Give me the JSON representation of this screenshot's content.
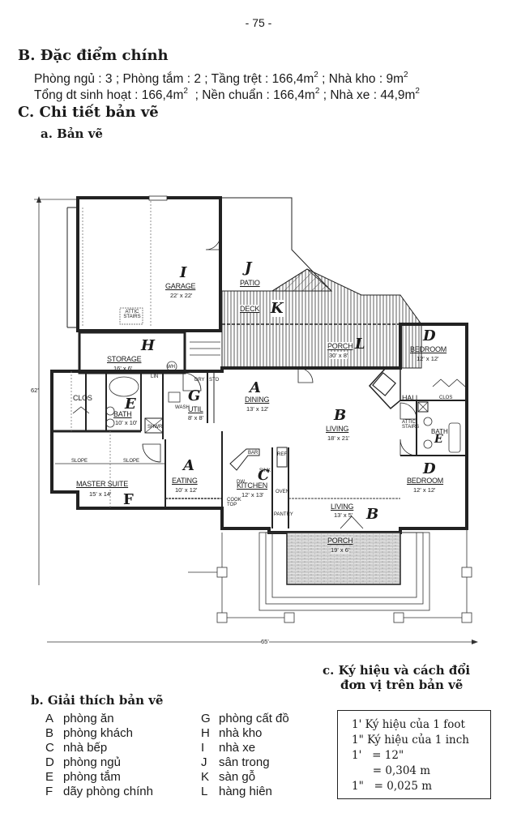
{
  "page_number": "- 75 -",
  "section_b": {
    "heading": "B. Đặc điểm chính",
    "specs_line1": {
      "bedrooms": "Phòng ngủ : 3",
      "bathrooms": "Phòng tắm : 2",
      "ground_floor": "Tầng trệt : 166,4m",
      "storage": "Nhà kho : 9m"
    },
    "specs_line2": {
      "living_area": "Tổng dt sinh hoạt : 166,4m",
      "foundation": "Nền chuẩn : 166,4m",
      "garage": "Nhà xe : 44,9m"
    },
    "separator": ";",
    "sup": "2"
  },
  "section_c": {
    "heading": "C. Chi tiết bản vẽ",
    "sub_a": "a. Bản vẽ",
    "sub_b": "b. Giải thích bản vẽ",
    "sub_c_line1": "c. Ký hiệu và cách đổi",
    "sub_c_line2": "đơn vị trên bản vẽ"
  },
  "floor_plan": {
    "overall_depth": "62'",
    "overall_width": "65'",
    "rooms": [
      {
        "key": "I",
        "name": "GARAGE",
        "size": "22' x 22'"
      },
      {
        "key": "J",
        "name": "PATIO",
        "size": ""
      },
      {
        "key": "K",
        "name": "DECK",
        "size": ""
      },
      {
        "key": "L",
        "name": "PORCH",
        "size": "30' x 8'"
      },
      {
        "key": "H",
        "name": "STORAGE",
        "size": "16' x 6'"
      },
      {
        "key": "E",
        "name": "BATH",
        "size": "10' x 10'"
      },
      {
        "key": "G",
        "name": "UTIL",
        "size": "8' x 8'"
      },
      {
        "key": "A",
        "name": "DINING",
        "size": "13' x 12'"
      },
      {
        "key": "B",
        "name": "LIVING",
        "size": "18' x 21'"
      },
      {
        "key": "D",
        "name": "BEDROOM",
        "size": "12' x 12'"
      },
      {
        "key": "D",
        "name": "BEDROOM",
        "size": "12' x 12'"
      },
      {
        "key": "A",
        "name": "EATING",
        "size": "10' x 12'"
      },
      {
        "key": "F",
        "name": "MASTER SUITE",
        "size": "15' x 14'"
      },
      {
        "key": "C",
        "name": "KITCHEN",
        "size": "12' x 13'"
      },
      {
        "key": "B",
        "name": "LIVING",
        "size": "13' x 5'"
      },
      {
        "key": "",
        "name": "PORCH",
        "size": "19' x 6'"
      },
      {
        "key": "E",
        "name": "BATH",
        "size": ""
      }
    ],
    "small_labels": {
      "attic_stairs": "ATTIC STAIRS",
      "clos": "CLOS",
      "hall": "HALL",
      "slope": "SLOPE",
      "bar": "BAR",
      "ref": "REF",
      "oven": "OVEN",
      "pantry": "PANTRY",
      "cook_top": "COOK TOP",
      "dw": "DW",
      "sink": "SINK",
      "wash": "WASH",
      "dry": "DRY",
      "sto": "STO",
      "shwr": "SHWR",
      "lin": "LIN",
      "wh": "WH"
    }
  },
  "legend": {
    "left": [
      {
        "key": "A",
        "label": "phòng ăn"
      },
      {
        "key": "B",
        "label": "phòng khách"
      },
      {
        "key": "C",
        "label": "nhà bếp"
      },
      {
        "key": "D",
        "label": "phòng ngủ"
      },
      {
        "key": "E",
        "label": "phòng tắm"
      },
      {
        "key": "F",
        "label": "dãy phòng chính"
      }
    ],
    "right": [
      {
        "key": "G",
        "label": "phòng cất đồ"
      },
      {
        "key": "H",
        "label": "nhà kho"
      },
      {
        "key": "I",
        "label": "nhà xe"
      },
      {
        "key": "J",
        "label": "sân trong"
      },
      {
        "key": "K",
        "label": "sàn gỗ"
      },
      {
        "key": "L",
        "label": "hàng hiên"
      }
    ]
  },
  "units": {
    "foot_symbol": "1' Ký hiệu của 1 foot",
    "inch_symbol": "1\" Ký hiệu của 1 inch",
    "foot_eq_inch": "1'   = 12\"",
    "foot_eq_m": "      = 0,304 m",
    "inch_eq_m": "1\"   = 0,025 m"
  }
}
